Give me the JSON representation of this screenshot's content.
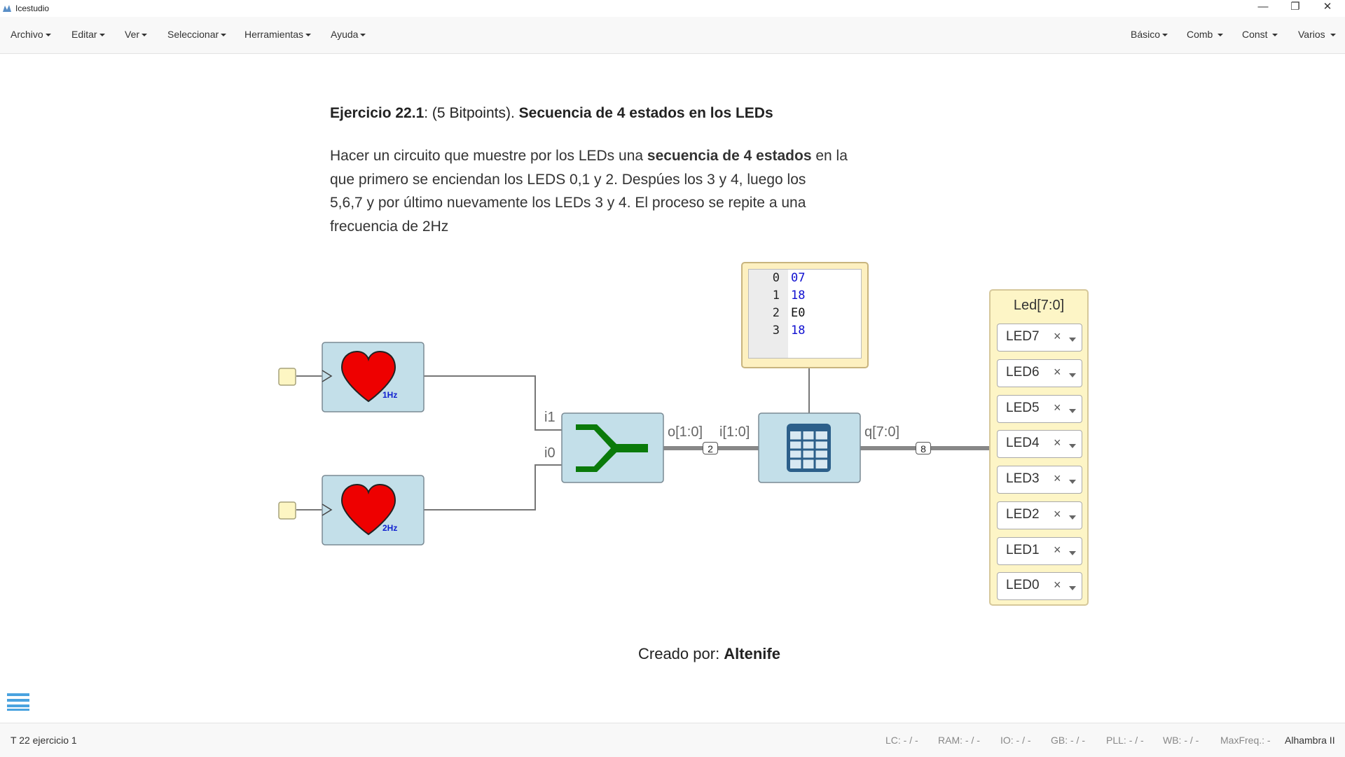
{
  "window": {
    "title": "Icestudio",
    "minimize": "—",
    "restore": "❐",
    "close": "✕"
  },
  "menu": {
    "left": [
      "Archivo",
      "Editar",
      "Ver",
      "Seleccionar",
      "Herramientas",
      "Ayuda"
    ],
    "right": [
      "Básico",
      "Comb",
      "Const",
      "Varios"
    ]
  },
  "exercise": {
    "title_bold1": "Ejercicio 22.1",
    "title_mid": ": (5 Bitpoints). ",
    "title_bold2": "Secuencia de 4 estados en los LEDs",
    "desc_l1_a": "Hacer un circuito que muestre por los LEDs una ",
    "desc_l1_b": "secuencia de 4 estados",
    "desc_l1_c": " en la",
    "desc_l2": "que primero se enciendan los LEDS 0,1 y 2. Despúes los 3 y 4, luego los",
    "desc_l3": "5,6,7 y por último nuevamente los LEDs 3 y 4. El proceso se repite a una",
    "desc_l4": "frecuencia de 2Hz"
  },
  "circuit": {
    "clock1_label": "1Hz",
    "clock2_label": "2Hz",
    "mux_in1": "i1",
    "mux_in0": "i0",
    "mux_out": "o[1:0]",
    "rom_in": "i[1:0]",
    "rom_out": "q[7:0]",
    "bus_width_1": "2",
    "bus_width_2": "8",
    "memory": [
      {
        "addr": "0",
        "value": "07"
      },
      {
        "addr": "1",
        "value": "18"
      },
      {
        "addr": "2",
        "value": "E0"
      },
      {
        "addr": "3",
        "value": "18"
      }
    ],
    "led_block_title": "Led[7:0]",
    "leds": [
      "LED7",
      "LED6",
      "LED5",
      "LED4",
      "LED3",
      "LED2",
      "LED1",
      "LED0"
    ],
    "clear_symbol": "×"
  },
  "credit": {
    "prefix": "Creado por: ",
    "author": "Altenife"
  },
  "status": {
    "file": "T 22 ejercicio 1",
    "lc": "LC:  - / -",
    "ram": "RAM:  - / -",
    "io": "IO:  - / -",
    "gb": "GB:  - / -",
    "pll": "PLL:  - / -",
    "wb": "WB:  - / -",
    "maxfreq": "MaxFreq.:  -",
    "board": "Alhambra II"
  },
  "colors": {
    "block_fill": "#c3dfe9",
    "heart": "#ee0000",
    "mux_arrow": "#0a7a0a",
    "memory_value": "#1010d0",
    "led_panel_bg": "#fdf5c6"
  }
}
